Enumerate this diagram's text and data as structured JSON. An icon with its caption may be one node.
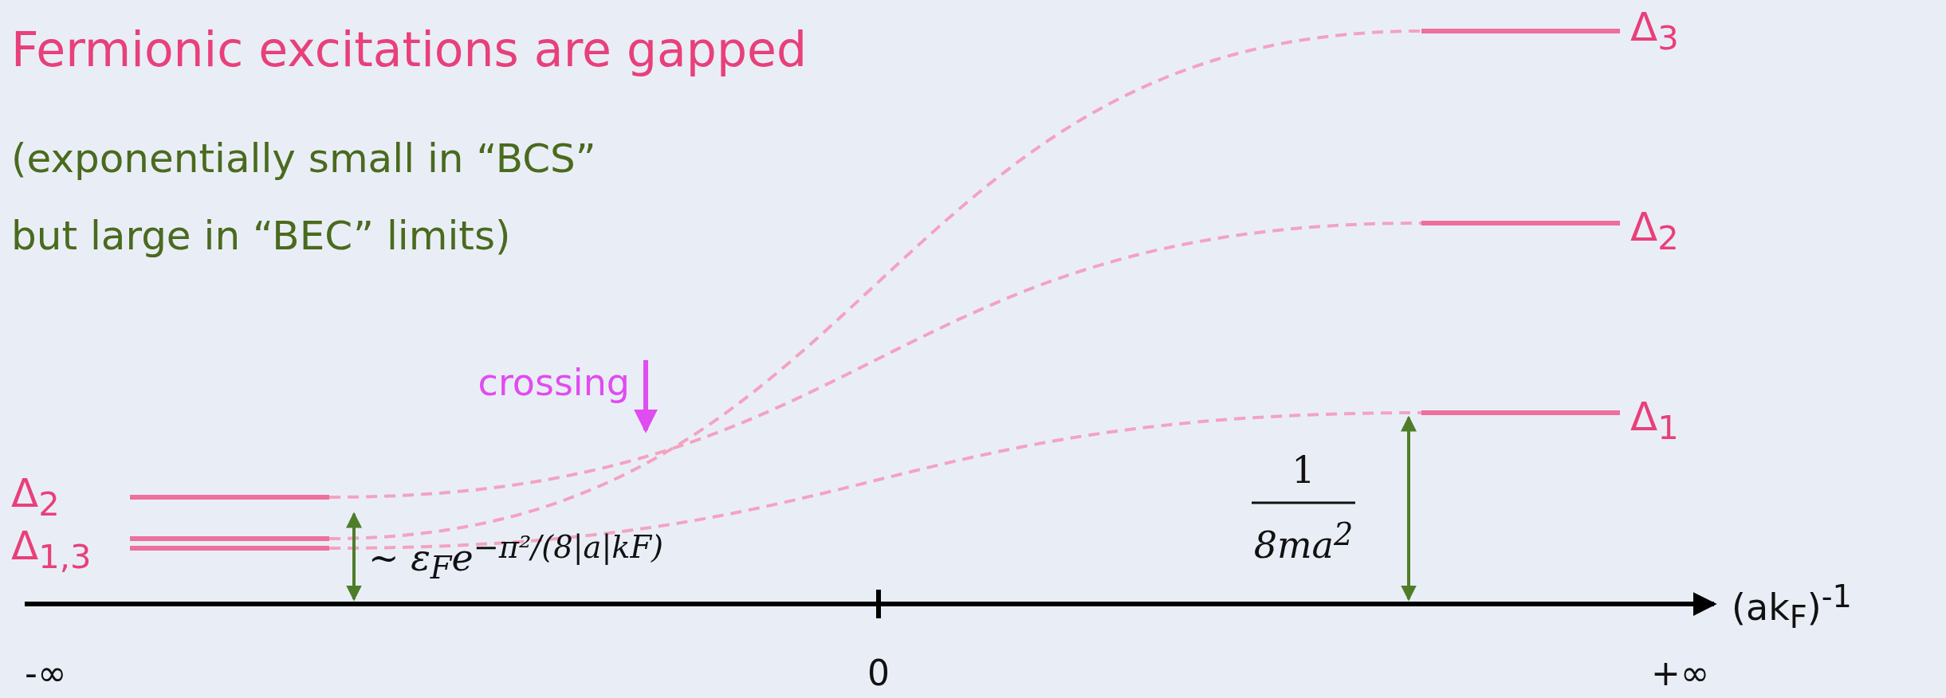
{
  "diagram": {
    "title": "Fermionic excitations are gapped",
    "labels": [
      "(exponentially small in “BCS” but large in “BEC” limits)",
      "Δ$_{3}$",
      "Δ$_{2}$",
      "crossing",
      "Δ$_{1}$",
      "Δ$_{2}$",
      "Δ$_{1,3}$",
      "∼ ε$_{F}$e$^{−π²/(8|a|kF)}$",
      "1",
      "8ma$^{2}$",
      "(ak$_{F}$)$^{-1}$",
      "-∞",
      "0",
      "+∞"
    ]
  }
}
